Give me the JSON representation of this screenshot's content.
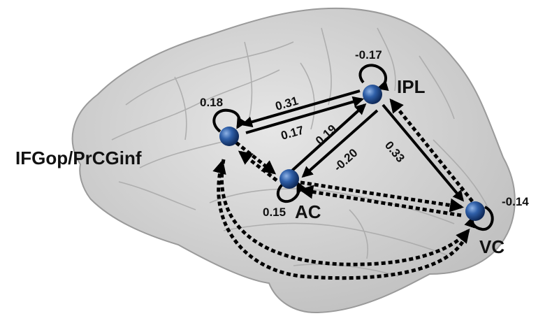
{
  "diagram": {
    "regions": {
      "ipl": "IPL",
      "ifg": "IFGop/PrCGinf",
      "ac": "AC",
      "vc": "VC"
    },
    "self_connections": {
      "ipl": "-0.17",
      "ifg": "0.18",
      "ac": "0.15",
      "vc": "-0.14"
    },
    "connections": {
      "ipl_to_ifg": "0.31",
      "ifg_to_ipl": "0.17",
      "ac_to_ipl": "0.19",
      "ipl_to_ac": "-0.20",
      "ipl_to_vc": "0.33"
    },
    "colors": {
      "brain_fill": "#d4d4d4",
      "brain_stroke": "#9a9a9a",
      "node": "#2f5fa8",
      "arrow": "#000000"
    }
  }
}
